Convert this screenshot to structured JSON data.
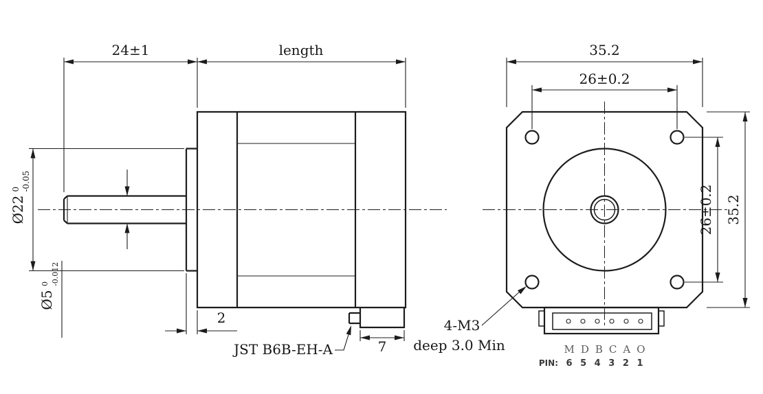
{
  "side": {
    "dim_shaft_len": "24±1",
    "dim_body_len": "length",
    "dim_boss_thickness": "2",
    "dim_connector": "7",
    "boss_dia": "Ø22",
    "boss_dia_tol_top": "0",
    "boss_dia_tol_bottom": "-0.05",
    "shaft_dia": "Ø5",
    "shaft_dia_tol_top": "0",
    "shaft_dia_tol_bottom": "-0.012",
    "connector_label": "JST B6B-EH-A"
  },
  "front": {
    "dim_width": "35.2",
    "dim_hole_spacing_h": "26±0.2",
    "dim_hole_spacing_v": "26±0.2",
    "dim_height": "35.2",
    "hole_note_1": "4-M3",
    "hole_note_2": "deep 3.0 Min",
    "pin_letters": "M D B C A O",
    "pin_prefix": "PIN:",
    "pin_numbers": "6 5 4 3 2 1"
  }
}
